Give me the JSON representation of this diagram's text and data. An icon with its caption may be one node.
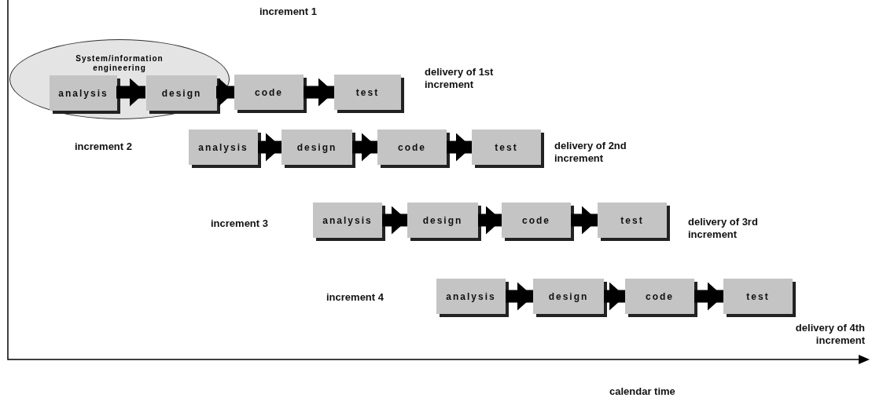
{
  "diagram": {
    "nodes": [
      {
        "text": [
          "System/information engineering"
        ]
      },
      {
        "text": [
          "analysis"
        ],
        "in": 0
      },
      {
        "text": [
          "design"
        ],
        "in": 0
      },
      {
        "text": [
          "code"
        ]
      },
      {
        "text": [
          "test"
        ],
        "beside": [
          "delivery of 1st increment"
        ]
      },
      {
        "text": [
          "analysis"
        ]
      },
      {
        "text": [
          "design"
        ]
      },
      {
        "text": [
          "code"
        ]
      },
      {
        "text": [
          "test"
        ],
        "beside": [
          "delivery of 2nd increment"
        ]
      },
      {
        "text": [
          "analysis"
        ]
      },
      {
        "text": [
          "design"
        ]
      },
      {
        "text": [
          "code"
        ]
      },
      {
        "text": [
          "test"
        ],
        "beside": [
          "delivery of 3rd increment"
        ]
      },
      {
        "text": [
          "analysis"
        ]
      },
      {
        "text": [
          "design"
        ]
      },
      {
        "text": [
          "code"
        ]
      },
      {
        "text": [
          "test"
        ],
        "beside": [
          "delivery of 4th increment"
        ]
      }
    ],
    "edges": [
      {
        "from": 1,
        "to": 2,
        "arrow": "to"
      },
      {
        "from": 2,
        "to": 3,
        "arrow": "to"
      },
      {
        "from": 3,
        "to": 4,
        "arrow": "to"
      },
      {
        "from": 5,
        "to": 6,
        "arrow": "to"
      },
      {
        "from": 6,
        "to": 7,
        "arrow": "to"
      },
      {
        "from": 7,
        "to": 8,
        "arrow": "to"
      },
      {
        "from": 9,
        "to": 10,
        "arrow": "to"
      },
      {
        "from": 10,
        "to": 11,
        "arrow": "to"
      },
      {
        "from": 11,
        "to": 12,
        "arrow": "to"
      },
      {
        "from": 13,
        "to": 14,
        "arrow": "to"
      },
      {
        "from": 14,
        "to": 15,
        "arrow": "to"
      },
      {
        "from": 15,
        "to": 16,
        "arrow": "to"
      }
    ],
    "labels": [
      "increment 1",
      "increment 2",
      "increment 3",
      "increment 4",
      "calendar time"
    ]
  }
}
